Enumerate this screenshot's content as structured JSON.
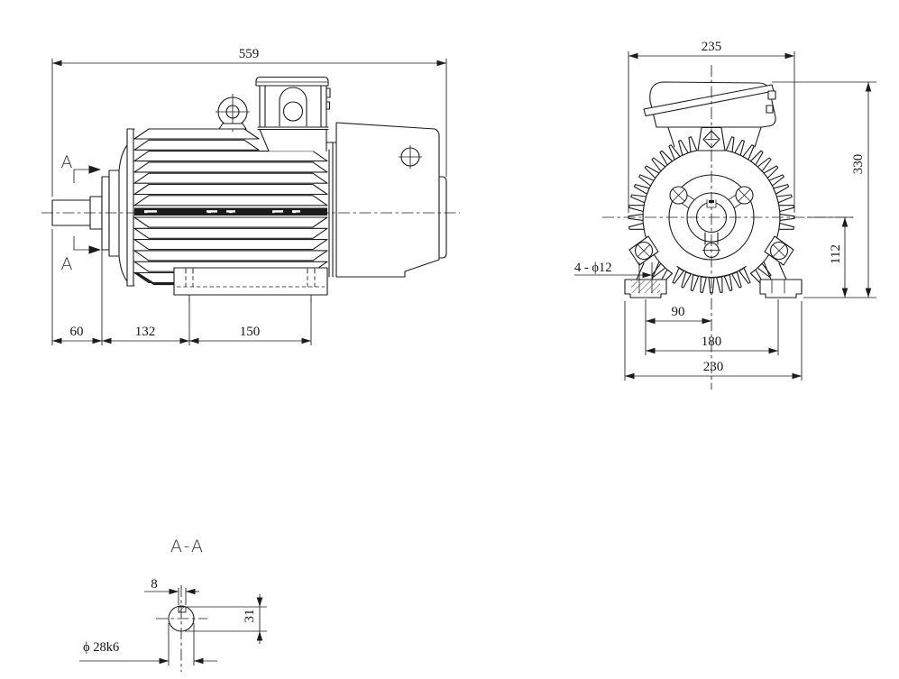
{
  "drawing": {
    "background": "#ffffff",
    "line_color": "#1c1c1c",
    "side": {
      "overall": "559",
      "shaft": "60",
      "mid": "132",
      "feet": "150",
      "section": "A"
    },
    "end": {
      "width": "235",
      "height": "330",
      "axis": "112",
      "half_span": "90",
      "hole_span": "180",
      "foot_span": "230",
      "bolt_note": "4 - ϕ12"
    },
    "section": {
      "title": "A-A",
      "key_width": "8",
      "key_height": "31",
      "shaft_dia": "ϕ 28k6"
    }
  }
}
